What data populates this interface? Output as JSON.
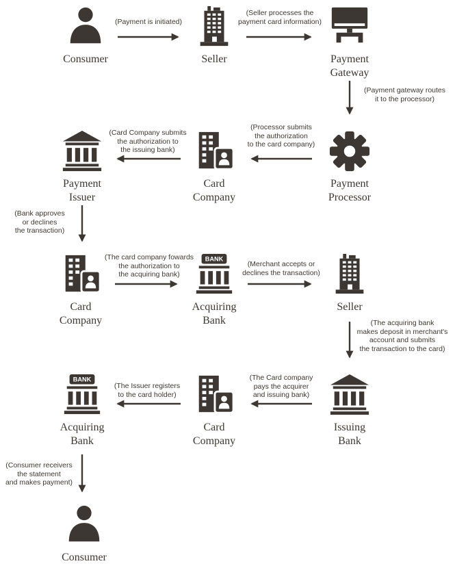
{
  "colors": {
    "ink": "#3d3733",
    "background": "#ffffff"
  },
  "icons": {
    "bank_sign_label": "BANK"
  },
  "nodes": {
    "consumer_top": "Consumer",
    "seller_top": "Seller",
    "payment_gateway": "Payment\nGateway",
    "payment_processor": "Payment\nProcessor",
    "card_company_row2": "Card\nCompany",
    "payment_issuer": "Payment\nIssuer",
    "card_company_row3": "Card\nCompany",
    "acquiring_bank_row3": "Acquiring\nBank",
    "seller_row3": "Seller",
    "issuing_bank": "Issuing\nBank",
    "card_company_row4": "Card\nCompany",
    "acquiring_bank_row4": "Acquiring\nBank",
    "consumer_bottom": "Consumer"
  },
  "edges": {
    "payment_initiated": "(Payment is initiated)",
    "seller_processes": "(Seller processes the\npayment card information)",
    "gateway_routes": "(Payment gateway routes\nit to the processor)",
    "processor_submits": "(Processor submits\nthe authorization\nto the card company)",
    "cardco_submits": "(Card Company submits\nthe authorization to\nthe issuing bank)",
    "bank_approves": "(Bank approves\nor declines\nthe transaction)",
    "cardco_forwards": "(The card company fowards\nthe authorization to\nthe acquiring bank)",
    "merchant_accepts": "(Merchant accepts or\ndeclines the transaction)",
    "acquirer_deposits": "(The acquiring bank\nmakes deposit in merchant's\naccount and submits\nthe transaction to the card)",
    "cardco_pays": "(The Card company\npays the acquirer\nand issuing bank)",
    "issuer_registers": "(The Issuer registers\nto the card holder)",
    "consumer_receives": "(Consumer receivers\nthe statement\nand makes payment)"
  }
}
